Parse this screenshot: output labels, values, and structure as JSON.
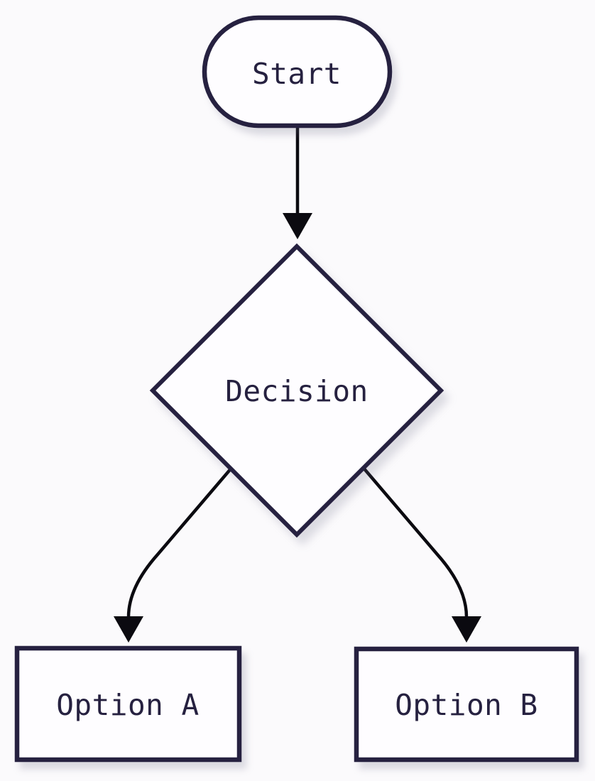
{
  "diagram": {
    "kind": "flowchart",
    "direction": "top-down",
    "nodes": [
      {
        "id": "start",
        "label": "Start",
        "shape": "stadium"
      },
      {
        "id": "decision",
        "label": "Decision",
        "shape": "diamond"
      },
      {
        "id": "option_a",
        "label": "Option A",
        "shape": "rectangle"
      },
      {
        "id": "option_b",
        "label": "Option B",
        "shape": "rectangle"
      }
    ],
    "edges": [
      {
        "from": "start",
        "to": "decision",
        "label": ""
      },
      {
        "from": "decision",
        "to": "option_a",
        "label": ""
      },
      {
        "from": "decision",
        "to": "option_b",
        "label": ""
      }
    ],
    "colors": {
      "background": "#fbfafc",
      "node_fill": "#fefdff",
      "node_stroke": "#262140",
      "edge_stroke": "#0b0a10",
      "text": "#262140"
    }
  }
}
